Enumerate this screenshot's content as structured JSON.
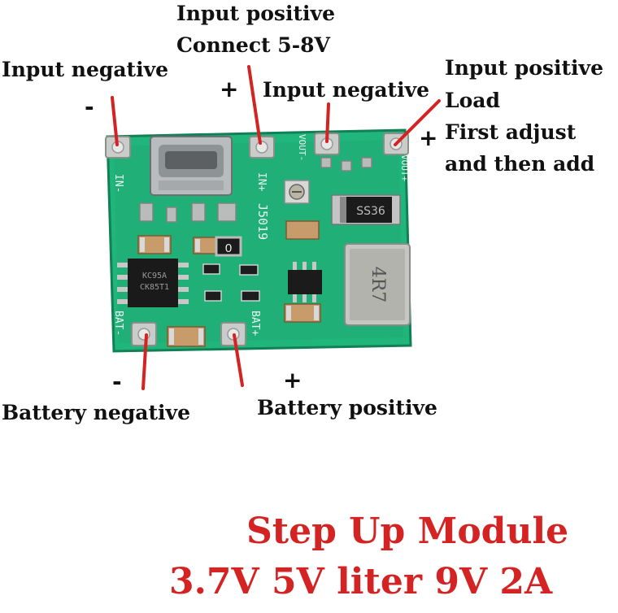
{
  "labels": {
    "input_neg_left": "Input negative",
    "input_pos_top_1": "Input positive",
    "input_pos_top_2": "Connect 5-8V",
    "input_neg_mid": "Input negative",
    "output_pos_1": "Input positive",
    "output_pos_2": "Load",
    "output_pos_3": "First adjust",
    "output_pos_4": "and then add",
    "battery_neg": "Battery negative",
    "battery_pos": "Battery positive"
  },
  "signs": {
    "input_neg_left": "-",
    "input_pos_top": "+",
    "output_pos": "+",
    "battery_neg": "-",
    "battery_pos": "+"
  },
  "board": {
    "pin_in_minus": "IN-",
    "pin_in_plus": "IN+",
    "pin_vout_minus": "VOUT-",
    "pin_vout_plus": "VOUT+",
    "pin_bat_minus": "BAT-",
    "pin_bat_plus": "BAT+",
    "board_id": "J5019",
    "diode_mark": "SS36",
    "inductor_mark": "4R7",
    "chip_mark_1": "KC95A",
    "chip_mark_2": "CK85T1",
    "resistor_mark": "0"
  },
  "title": {
    "line1": "Step Up Module",
    "line2": "3.7V 5V liter 9V 2A"
  },
  "colors": {
    "pcb": "#1fb57a",
    "pcb_dark": "#149063",
    "arrow": "#d42323",
    "title": "#d42323"
  }
}
